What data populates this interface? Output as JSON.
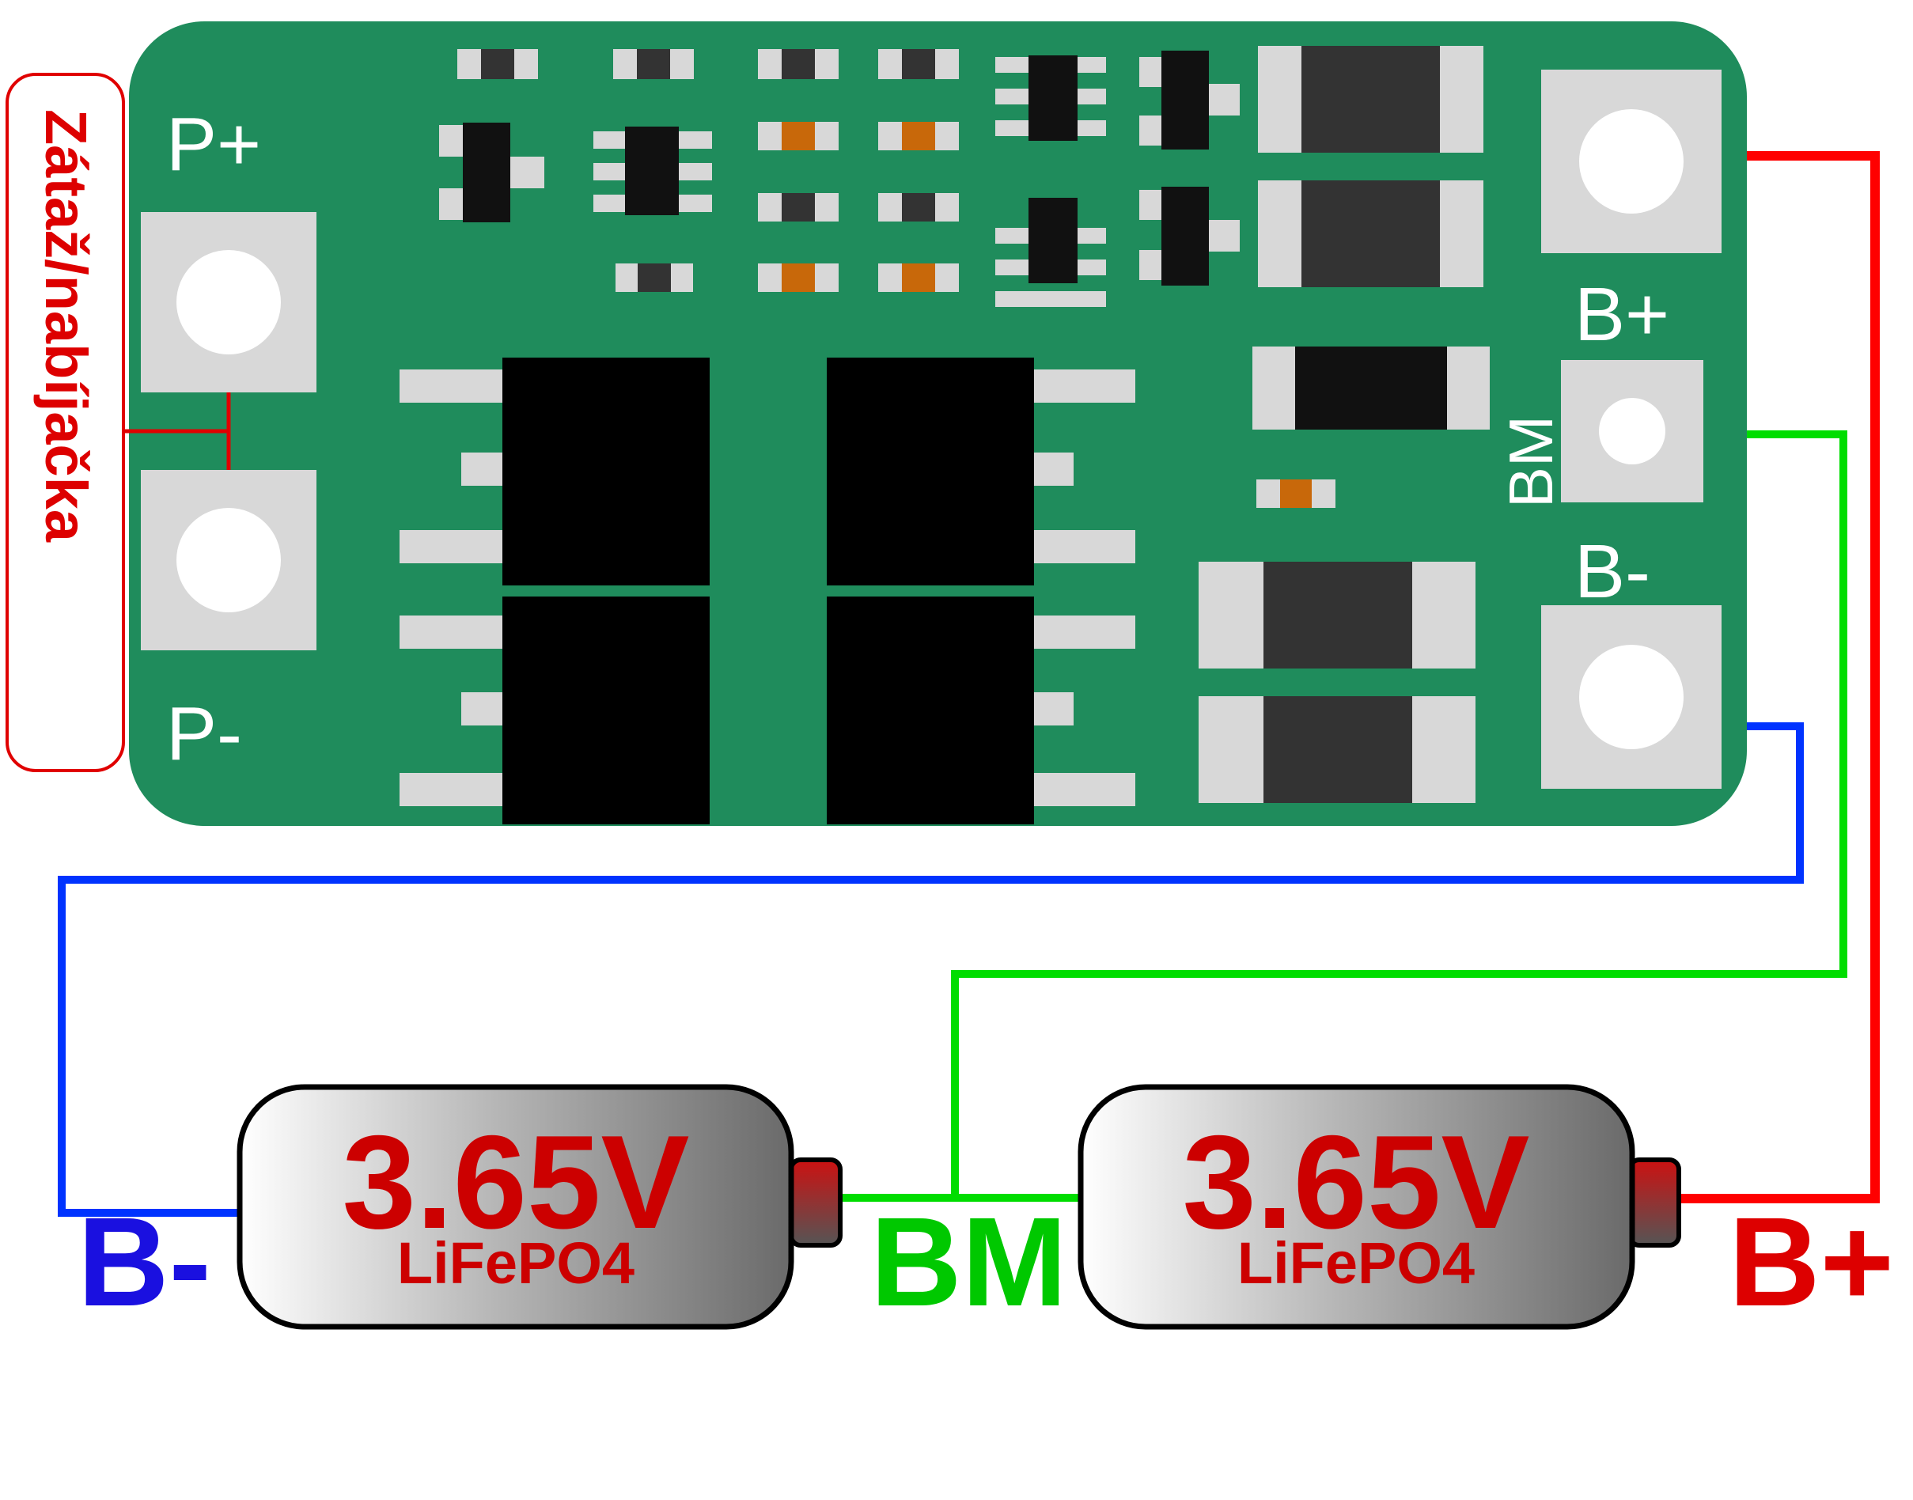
{
  "board": {
    "pads": {
      "p_plus": "P+",
      "p_minus": "P-",
      "b_plus": "B+",
      "bm": "BM",
      "b_minus": "B-"
    },
    "load_label": "Zátaž/nabíjačka"
  },
  "cells": [
    {
      "voltage": "3.65V",
      "chemistry": "LiFePO4"
    },
    {
      "voltage": "3.65V",
      "chemistry": "LiFePO4"
    }
  ],
  "terminals": {
    "b_minus": "B-",
    "bm": "BM",
    "b_plus": "B+"
  },
  "colors": {
    "pcb": "#1f8c5c",
    "pad": "#d8d8d8",
    "chip": "#111111",
    "b_plus_wire": "#ff0000",
    "bm_wire": "#00dd00",
    "b_minus_wire": "#0033ff",
    "b_minus_text": "#1a10e0",
    "bm_text": "#00c800",
    "b_plus_text": "#dd0000"
  }
}
